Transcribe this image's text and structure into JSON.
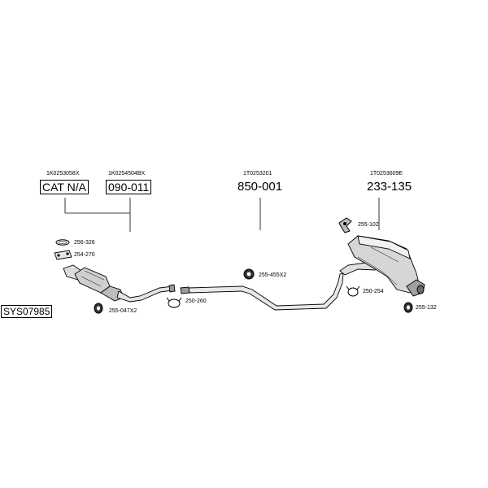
{
  "groups": [
    {
      "oe": "1K0253058X",
      "part": "CAT N/A",
      "boxed": true
    },
    {
      "oe": "1K0254504BX",
      "part": "090-011",
      "boxed": true
    },
    {
      "oe": "1T0253201",
      "part": "850-001",
      "boxed": false
    },
    {
      "oe": "1T0253609E",
      "part": "233-135",
      "boxed": false
    }
  ],
  "parts": {
    "p256_326": "256-326",
    "p254_270": "254-270",
    "p255_047": "255-047X2",
    "p250_260": "250-260",
    "p255_455": "255-455X2",
    "p255_102": "255-102",
    "p250_254": "250-254",
    "p255_132": "255-132"
  },
  "system_id": "SYS07985"
}
